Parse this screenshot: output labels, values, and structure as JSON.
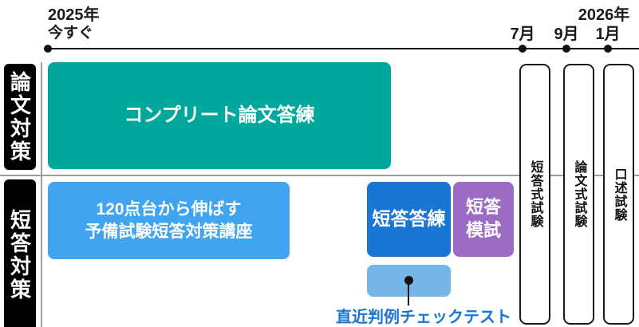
{
  "colors": {
    "teal": "#00A79C",
    "blue": "#41A4F0",
    "dark_blue": "#1B75D2",
    "purple": "#9C6BC3",
    "light_blue": "#74B6E8",
    "label_blue": "#1B75D2",
    "divider_gray": "#9E9E9E"
  },
  "timeline": {
    "start_year": "2025年",
    "start_label": "今すぐ",
    "month_july": "7月",
    "month_september": "9月",
    "end_year": "2026年",
    "month_january": "1月"
  },
  "sidebar": {
    "sections": [
      {
        "label": "論文対策"
      },
      {
        "label": "短答対策"
      }
    ]
  },
  "courses": {
    "ronbun_touren": {
      "label": "コンプリート論文答練"
    },
    "tanto_kouza": {
      "line1": "120点台から伸ばす",
      "line2": "予備試験短答対策講座"
    },
    "tanto_touren": {
      "label": "短答答練"
    },
    "tanto_moshi": {
      "line1": "短答",
      "line2": "模試"
    },
    "hanrei_check": {
      "label": "直近判例チェックテスト"
    }
  },
  "exams": [
    {
      "label": "短答式試験"
    },
    {
      "label": "論文式試験"
    },
    {
      "label": "口述試験"
    }
  ]
}
